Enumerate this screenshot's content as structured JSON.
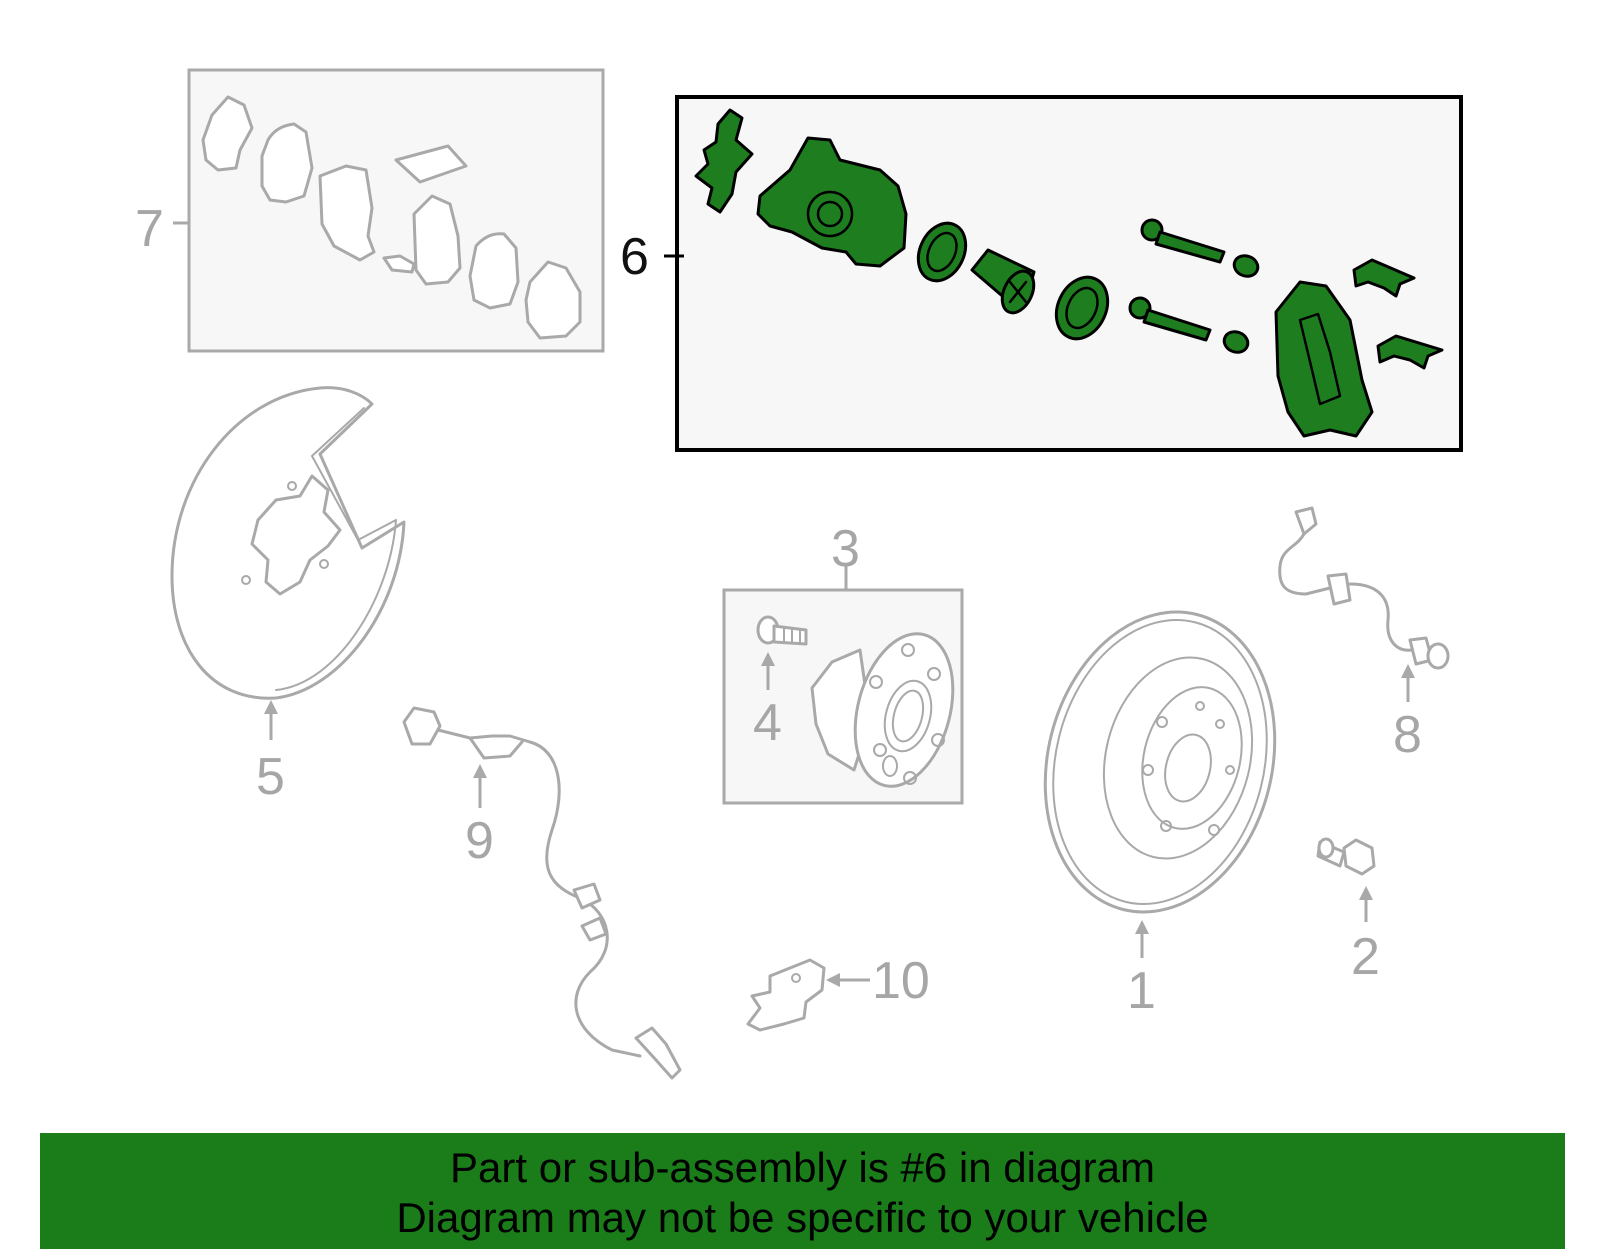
{
  "diagram": {
    "callouts": {
      "c1": "1",
      "c2": "2",
      "c3": "3",
      "c4": "4",
      "c5": "5",
      "c6": "6",
      "c7": "7",
      "c8": "8",
      "c9": "9",
      "c10": "10"
    },
    "highlighted_callout": "6",
    "colors": {
      "highlight": "#1e7d1e",
      "part_outline": "#a9a9a9",
      "group_box_fill": "#f7f7f7",
      "banner": "#1a7d1a"
    }
  },
  "footer": {
    "line1": "Part or sub-assembly is #6 in diagram",
    "line2": "Diagram may not be specific to your vehicle"
  }
}
